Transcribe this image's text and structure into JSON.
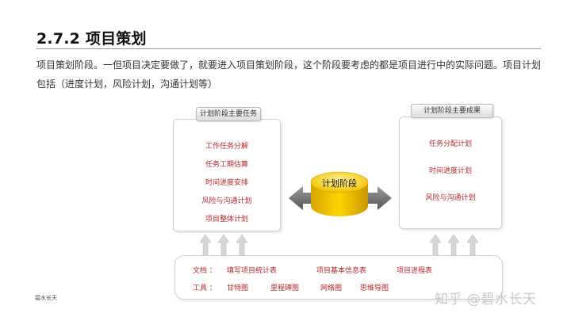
{
  "title": "2.7.2 项目策划",
  "intro": "项目策划阶段。一但项目决定要做了，就要进入项目策划阶段，这个阶段要考虑的都是项目进行中的实际问题。项目计划包括（进度计划，风险计划，沟通计划等）",
  "left_panel": {
    "header": "计划阶段主要任务",
    "items": [
      "工作任务分解",
      "任务工期估算",
      "时间进度安排",
      "风险与沟通计划",
      "项目整体计划"
    ]
  },
  "center": {
    "label": "计划阶段"
  },
  "right_panel": {
    "header": "计划阶段主要成果",
    "items": [
      "任务分配计划",
      "时间进度计划",
      "风险与沟通计划"
    ]
  },
  "bottom": {
    "docs_label": "文档 ：",
    "docs": [
      "填写项目统计表",
      "项目基本信息表",
      "项目进程表"
    ],
    "tools_label": "工具 ：",
    "tools": [
      "甘特图",
      "里程碑图",
      "网络图",
      "思维导图"
    ]
  },
  "footer_left": "碧水长天",
  "watermark": "知乎 @碧水长天",
  "colors": {
    "accent_red": "#b3262b",
    "gold": "#f2c200"
  }
}
